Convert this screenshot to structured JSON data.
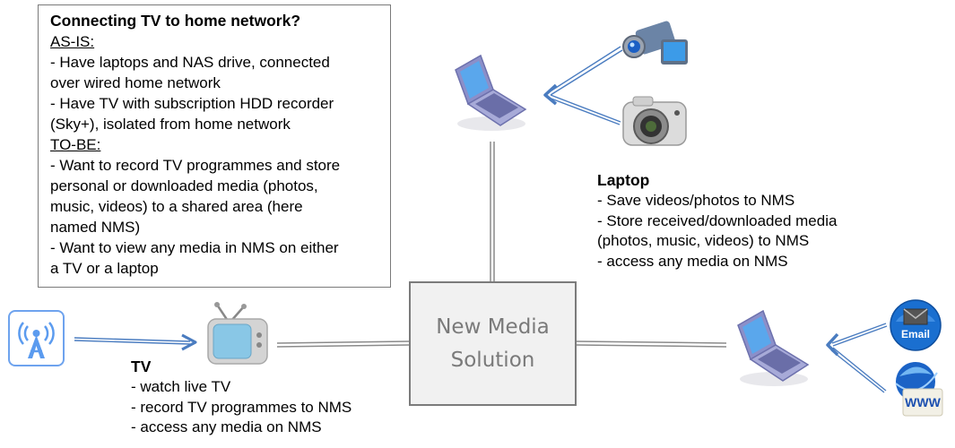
{
  "info_box": {
    "title": "Connecting TV to home network?",
    "as_is_heading": "AS-IS:",
    "as_is_lines": [
      "- Have laptops and NAS drive, connected",
      "over wired home network",
      "- Have TV with subscription HDD recorder",
      "(Sky+), isolated from home network"
    ],
    "to_be_heading": "TO-BE:",
    "to_be_lines": [
      "- Want to record TV programmes and store",
      "personal or downloaded media (photos,",
      "music, videos) to a shared area (here",
      "named NMS)",
      "- Want to view any media in NMS on either",
      "a TV or a laptop"
    ]
  },
  "hub": {
    "line1": "New Media",
    "line2": "Solution"
  },
  "laptop_top": {
    "title": "Laptop",
    "lines": [
      "- Save videos/photos to NMS",
      "- Store received/downloaded media",
      "(photos, music, videos) to NMS",
      "- access any media on NMS"
    ]
  },
  "tv": {
    "title": "TV",
    "lines": [
      "- watch live TV",
      "- record TV programmes to NMS",
      "- access any media on NMS"
    ]
  },
  "icons": {
    "email_label": "Email",
    "www_label": "WWW"
  },
  "colors": {
    "arrow_blue": "#4a7cc0",
    "connector_gray": "#8a8a8a",
    "hub_fill": "#f1f1f1",
    "hub_text": "#7a7a7a",
    "antenna_blue": "#5b9bef"
  }
}
